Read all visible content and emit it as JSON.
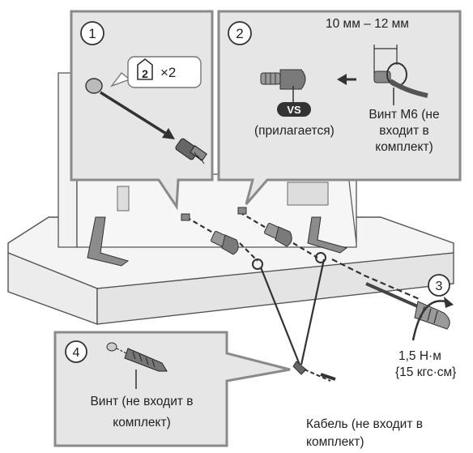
{
  "steps": {
    "s1": "1",
    "s2": "2",
    "s3": "3",
    "s4": "4"
  },
  "callout1": {
    "icon_number": "2",
    "multiplier": "×2"
  },
  "callout2": {
    "distance": "10 мм – 12 мм",
    "vs_badge": "VS",
    "supplied": "(прилагается)",
    "screw_line1": "Винт M6 (не",
    "screw_line2": "входит в",
    "screw_line3": "комплект)"
  },
  "step3": {
    "torque_line1": "1,5 Н·м",
    "torque_line2": "{15 кгс·см}"
  },
  "step4": {
    "screw_line1": "Винт (не входит в",
    "screw_line2": "комплект)"
  },
  "cable": {
    "line1": "Кабель (не входит в",
    "line2": "комплект)"
  },
  "colors": {
    "panel_fill": "#e6e6e6",
    "panel_border": "#8a8a8a",
    "line": "#333333",
    "part_dark": "#555555",
    "badge": "#333333"
  }
}
